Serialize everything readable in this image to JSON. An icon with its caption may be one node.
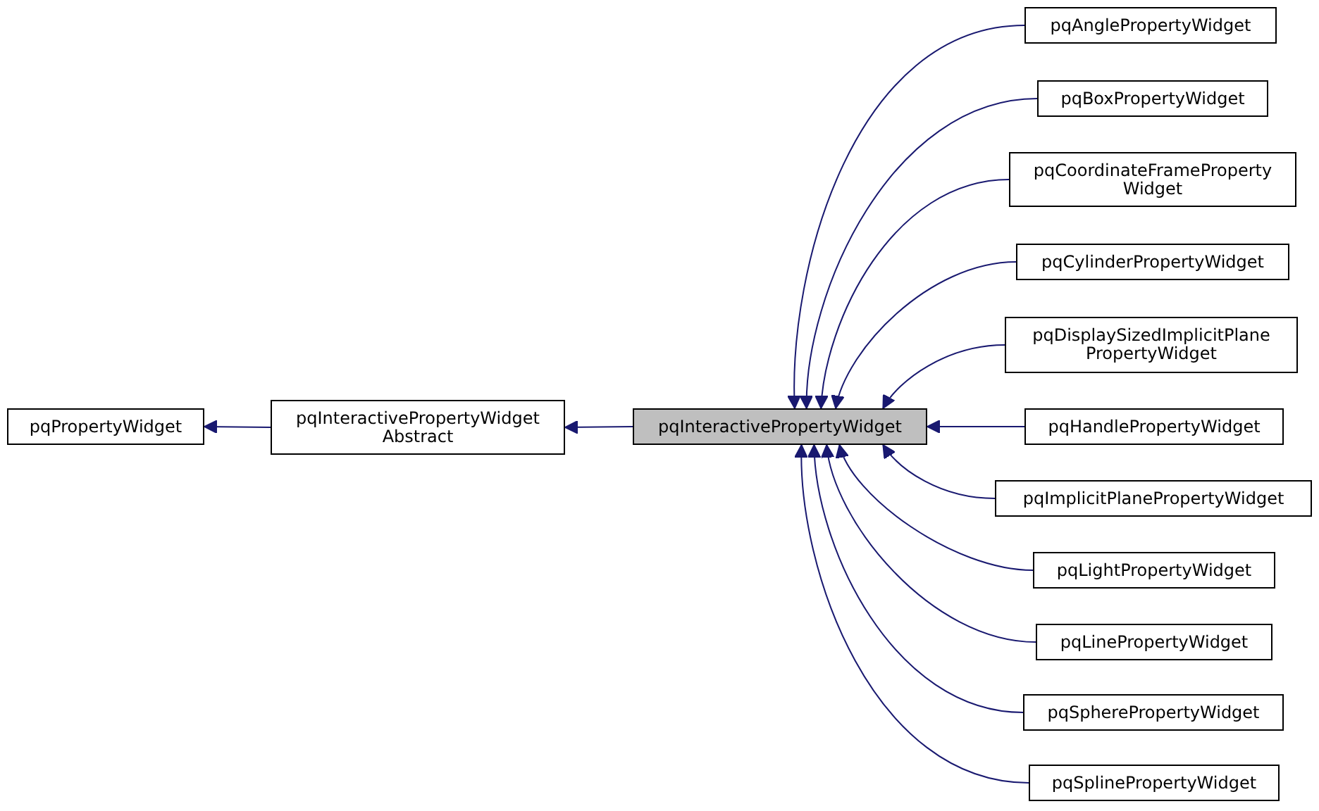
{
  "diagram": {
    "nodes": [
      {
        "text": [
          "pqPropertyWidget"
        ]
      },
      {
        "text": [
          "pqInteractivePropertyWidget Abstract"
        ]
      },
      {
        "text": [
          "pqInteractivePropertyWidget"
        ]
      },
      {
        "text": [
          "pqAnglePropertyWidget"
        ]
      },
      {
        "text": [
          "pqBoxPropertyWidget"
        ]
      },
      {
        "text": [
          "pqCoordinateFrameProperty Widget"
        ]
      },
      {
        "text": [
          "pqCylinderPropertyWidget"
        ]
      },
      {
        "text": [
          "pqDisplaySizedImplicitPlane PropertyWidget"
        ]
      },
      {
        "text": [
          "pqHandlePropertyWidget"
        ]
      },
      {
        "text": [
          "pqImplicitPlanePropertyWidget"
        ]
      },
      {
        "text": [
          "pqLightPropertyWidget"
        ]
      },
      {
        "text": [
          "pqLinePropertyWidget"
        ]
      },
      {
        "text": [
          "pqSpherePropertyWidget"
        ]
      },
      {
        "text": [
          "pqSplinePropertyWidget"
        ]
      }
    ],
    "edges": [
      {
        "from": 1,
        "to": 0,
        "arrow": "to"
      },
      {
        "from": 2,
        "to": 1,
        "arrow": "to"
      },
      {
        "from": 3,
        "to": 2,
        "arrow": "to"
      },
      {
        "from": 4,
        "to": 2,
        "arrow": "to"
      },
      {
        "from": 5,
        "to": 2,
        "arrow": "to"
      },
      {
        "from": 6,
        "to": 2,
        "arrow": "to"
      },
      {
        "from": 7,
        "to": 2,
        "arrow": "to"
      },
      {
        "from": 8,
        "to": 2,
        "arrow": "to"
      },
      {
        "from": 9,
        "to": 2,
        "arrow": "to"
      },
      {
        "from": 10,
        "to": 2,
        "arrow": "to"
      },
      {
        "from": 11,
        "to": 2,
        "arrow": "to"
      },
      {
        "from": 12,
        "to": 2,
        "arrow": "to"
      },
      {
        "from": 13,
        "to": 2,
        "arrow": "to"
      }
    ]
  }
}
